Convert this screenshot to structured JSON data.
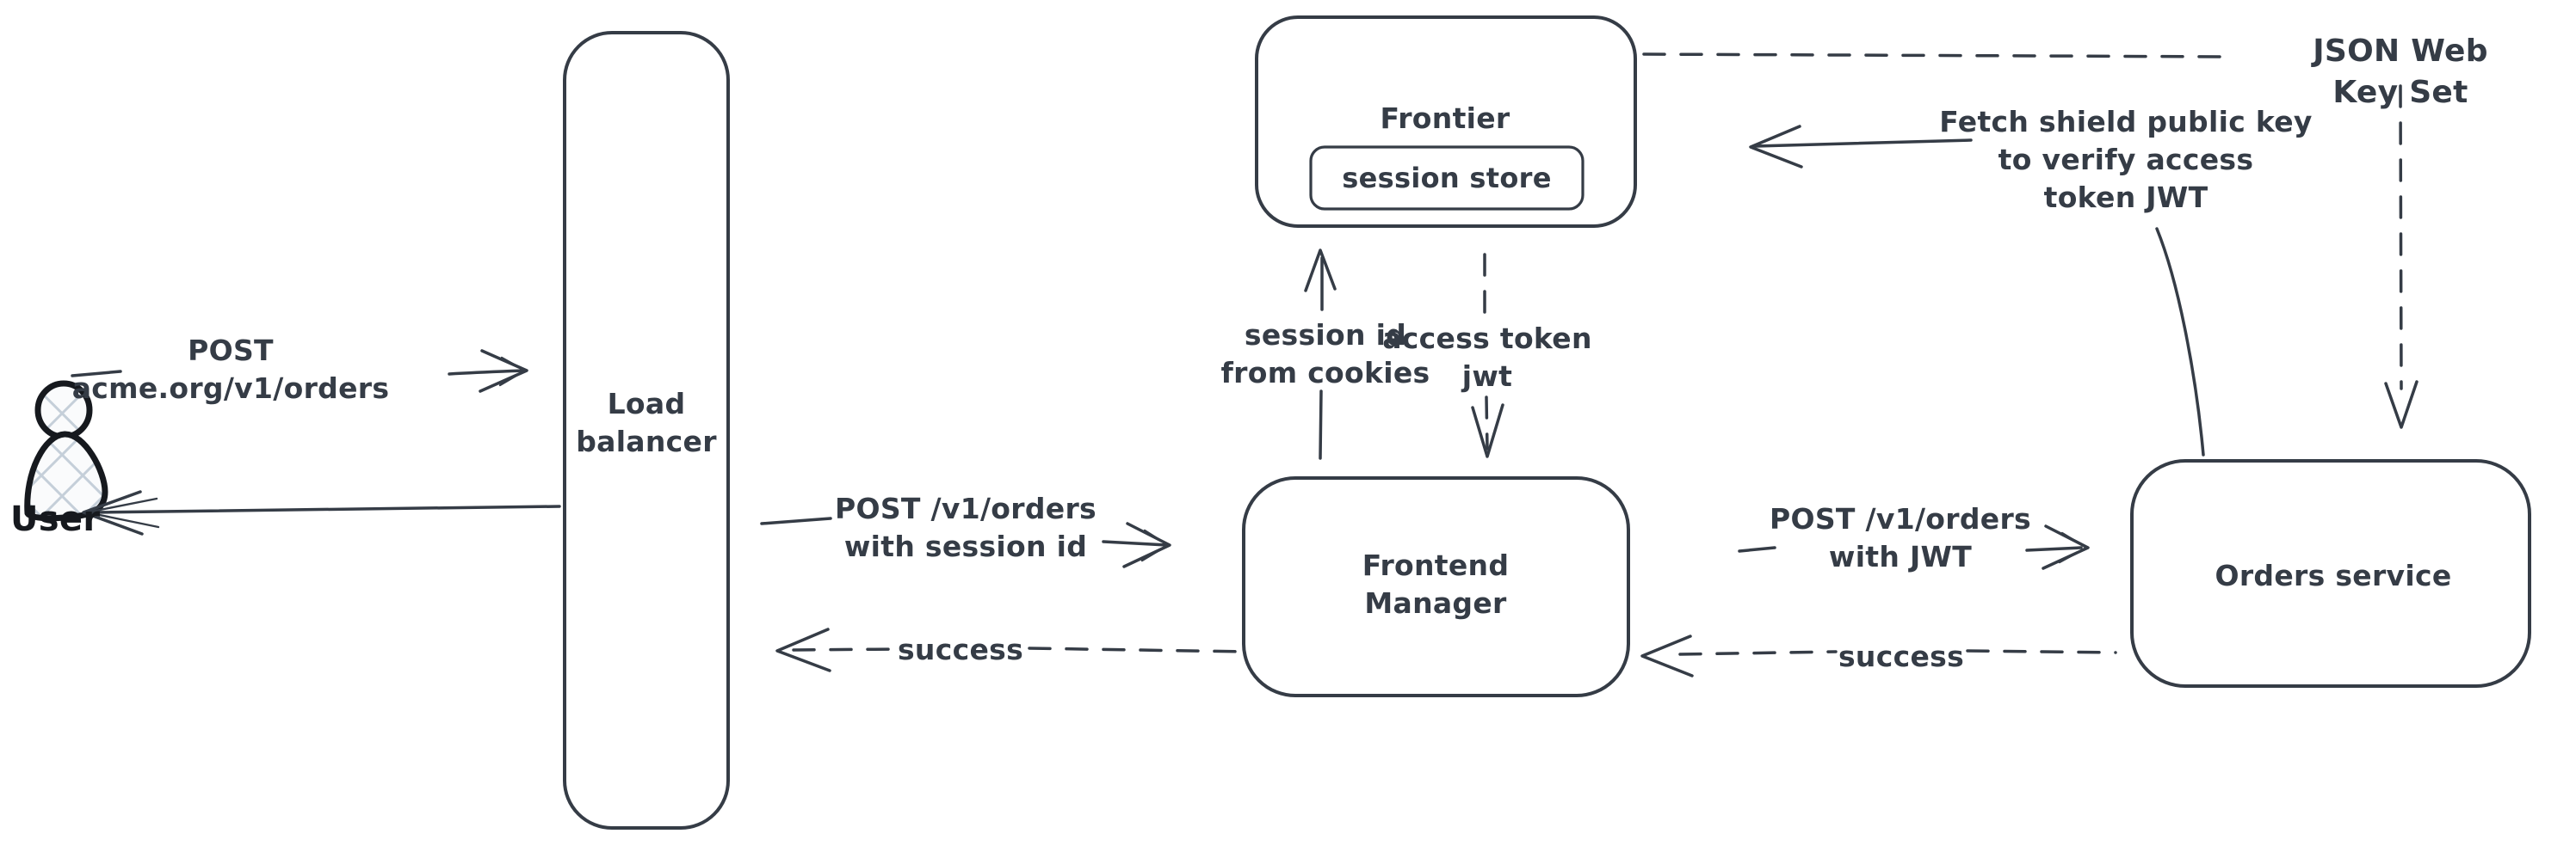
{
  "colors": {
    "stroke": "#353c46",
    "user_stroke": "#16191e",
    "hatch_line": "#c5cfd9",
    "hatch_fill": "#fafbfc",
    "background": "#ffffff"
  },
  "nodes": {
    "user": {
      "label": "User"
    },
    "load_balancer": {
      "label": "Load\nbalancer"
    },
    "frontier": {
      "label": "Frontier"
    },
    "session_store": {
      "label": "session store"
    },
    "frontend_manager": {
      "label": "Frontend\nManager"
    },
    "orders_service": {
      "label": "Orders service"
    }
  },
  "edges": {
    "user_to_lb": {
      "label": "POST\nacme.org/v1/orders",
      "style": "solid"
    },
    "lb_to_user": {
      "style": "solid"
    },
    "lb_to_fm": {
      "label": "POST /v1/orders\nwith session id",
      "style": "solid"
    },
    "fm_to_lb": {
      "label": "success",
      "style": "dashed"
    },
    "fm_to_frontier": {
      "label": "session id\nfrom cookies",
      "style": "solid"
    },
    "frontier_to_fm": {
      "label": "access token\njwt",
      "style": "dashed"
    },
    "fm_to_orders": {
      "label": "POST /v1/orders\nwith JWT",
      "style": "solid"
    },
    "orders_to_fm": {
      "label": "success",
      "style": "dashed"
    },
    "frontier_to_jwks": {
      "label": "JSON Web Key Set",
      "style": "dashed"
    },
    "orders_to_frontier": {
      "label": "Fetch shield public key\nto verify access\ntoken JWT",
      "style": "solid"
    }
  }
}
